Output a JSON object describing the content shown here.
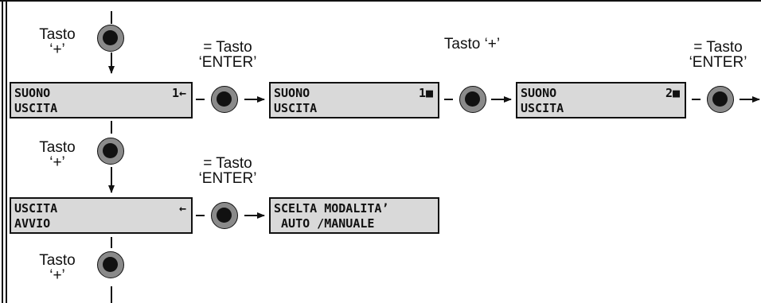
{
  "labels": {
    "tasto_plus_1": [
      "Tasto",
      "‘+’"
    ],
    "enter_1": [
      "= Tasto",
      "‘ENTER’"
    ],
    "tasto_plus_top": "Tasto ‘+’",
    "enter_top_right": [
      "= Tasto",
      "‘ENTER’"
    ],
    "tasto_plus_2": [
      "Tasto",
      "‘+’"
    ],
    "enter_2": [
      "= Tasto",
      "‘ENTER’"
    ],
    "tasto_plus_3": [
      "Tasto",
      "‘+’"
    ]
  },
  "displays": {
    "suono_1": {
      "line1": "SUONO",
      "line2": "USCITA",
      "indicator": "1←"
    },
    "suono_2": {
      "line1": "SUONO",
      "line2": "USCITA",
      "indicator": "1■"
    },
    "suono_3": {
      "line1": "SUONO",
      "line2": "USCITA",
      "indicator": "2■"
    },
    "uscita": {
      "line1": "USCITA",
      "line2": "AVVIO",
      "indicator": "←"
    },
    "scelta": {
      "line1": "SCELTA MODALITA’",
      "line2": " AUTO /MANUALE",
      "indicator": ""
    }
  },
  "icons": {
    "button": "round-button-icon",
    "arrow": "arrow-icon"
  },
  "colors": {
    "lcd_background": "#d9d9d9",
    "button_ring": "#8a8a8a",
    "ink": "#111111"
  }
}
